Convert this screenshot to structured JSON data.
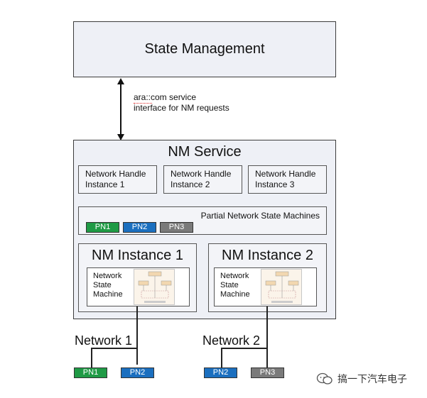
{
  "diagram": {
    "state_management": "State Management",
    "interface_label_line1": "ara::com service",
    "interface_label_line2": "interface for NM requests",
    "nm_service_title": "NM Service",
    "handles": [
      {
        "line1": "Network Handle",
        "line2": "Instance 1"
      },
      {
        "line1": "Network Handle",
        "line2": "Instance 2"
      },
      {
        "line1": "Network Handle",
        "line2": "Instance 3"
      }
    ],
    "pnsm_title": "Partial Network State Machines",
    "pnsm_pns": [
      "PN1",
      "PN2",
      "PN3"
    ],
    "instances": [
      {
        "title": "NM Instance 1",
        "sm_lines": [
          "Network",
          "State",
          "Machine"
        ]
      },
      {
        "title": "NM Instance 2",
        "sm_lines": [
          "Network",
          "State",
          "Machine"
        ]
      }
    ],
    "networks": [
      {
        "label": "Network 1",
        "pns": [
          "PN1",
          "PN2"
        ]
      },
      {
        "label": "Network 2",
        "pns": [
          "PN2",
          "PN3"
        ]
      }
    ],
    "watermark": "搞一下汽车电子",
    "colors": {
      "pn1": "#1f9a45",
      "pn2": "#1b6fbf",
      "pn3": "#7a7a7a"
    }
  }
}
